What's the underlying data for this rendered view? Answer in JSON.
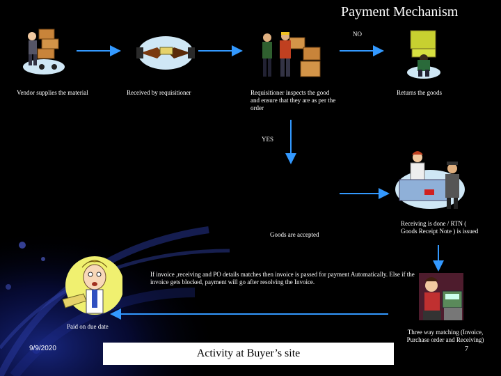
{
  "slide": {
    "title": "Payment Mechanism",
    "labels": {
      "vendor": "Vendor supplies the material",
      "received": "Received by requisitioner",
      "inspect": "Requisitioner inspects the good and ensure that they are as per the order",
      "returns": "Returns the goods",
      "no": "NO",
      "yes": "YES",
      "accepted": "Goods are accepted",
      "receiving": "Receiving is done / RTN ( Goods Receipt Note ) is issued",
      "matching_note": "If invoice ,receiving and PO details matches then invoice is passed for payment Automatically. Else if the invoice gets blocked, payment will go after resolving the Invoice.",
      "three_way": "Three way matching (Invoice, Purchase order and Receiving)",
      "paid": "Paid on due date"
    },
    "footer": {
      "date": "9/9/2020",
      "caption": "Activity at Buyer’s site",
      "page": "7"
    },
    "colors": {
      "background": "#000000",
      "arrow": "#3399ff",
      "text": "#ffffff",
      "footer_box": "#ffffff"
    },
    "icons": [
      "vendor-boxes-clipart-icon",
      "handshake-clipart-icon",
      "inspection-workers-clipart-icon",
      "returns-boxes-clipart-icon",
      "receiving-desk-clipart-icon",
      "accountant-clipart-icon",
      "paid-man-clipart-icon"
    ]
  }
}
